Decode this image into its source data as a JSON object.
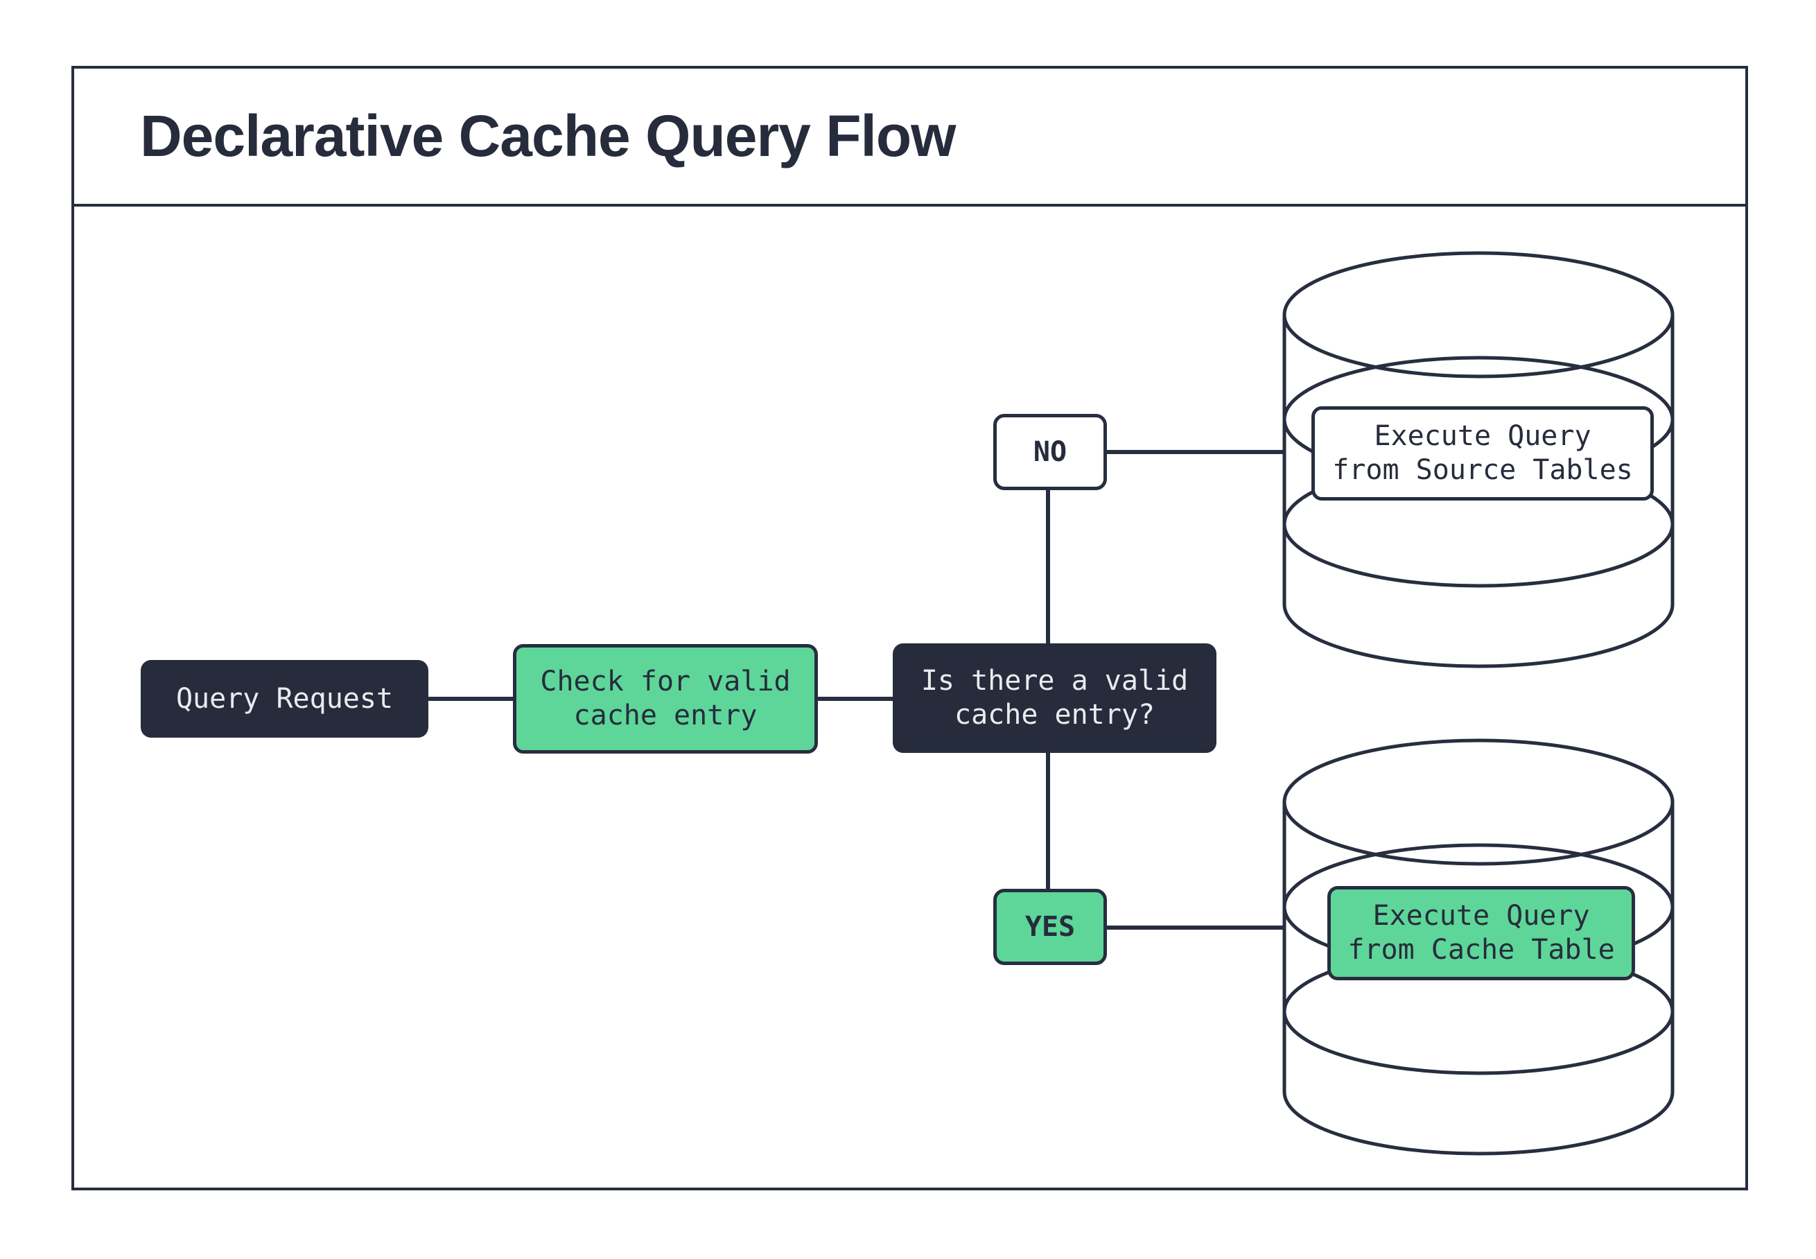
{
  "diagram": {
    "title": "Declarative Cache Query Flow",
    "nodes": {
      "query_request": "Query Request",
      "check_cache": "Check for valid\ncache entry",
      "decision": "Is there a valid\ncache entry?",
      "no_label": "NO",
      "yes_label": "YES",
      "execute_source": "Execute Query\nfrom Source Tables",
      "execute_cache": "Execute Query\nfrom Cache Table"
    },
    "colors": {
      "ink": "#272e3f",
      "dark_fill": "#262c3c",
      "green_fill": "#5ed699",
      "light_text": "#e9ebee",
      "background": "#ffffff"
    }
  }
}
